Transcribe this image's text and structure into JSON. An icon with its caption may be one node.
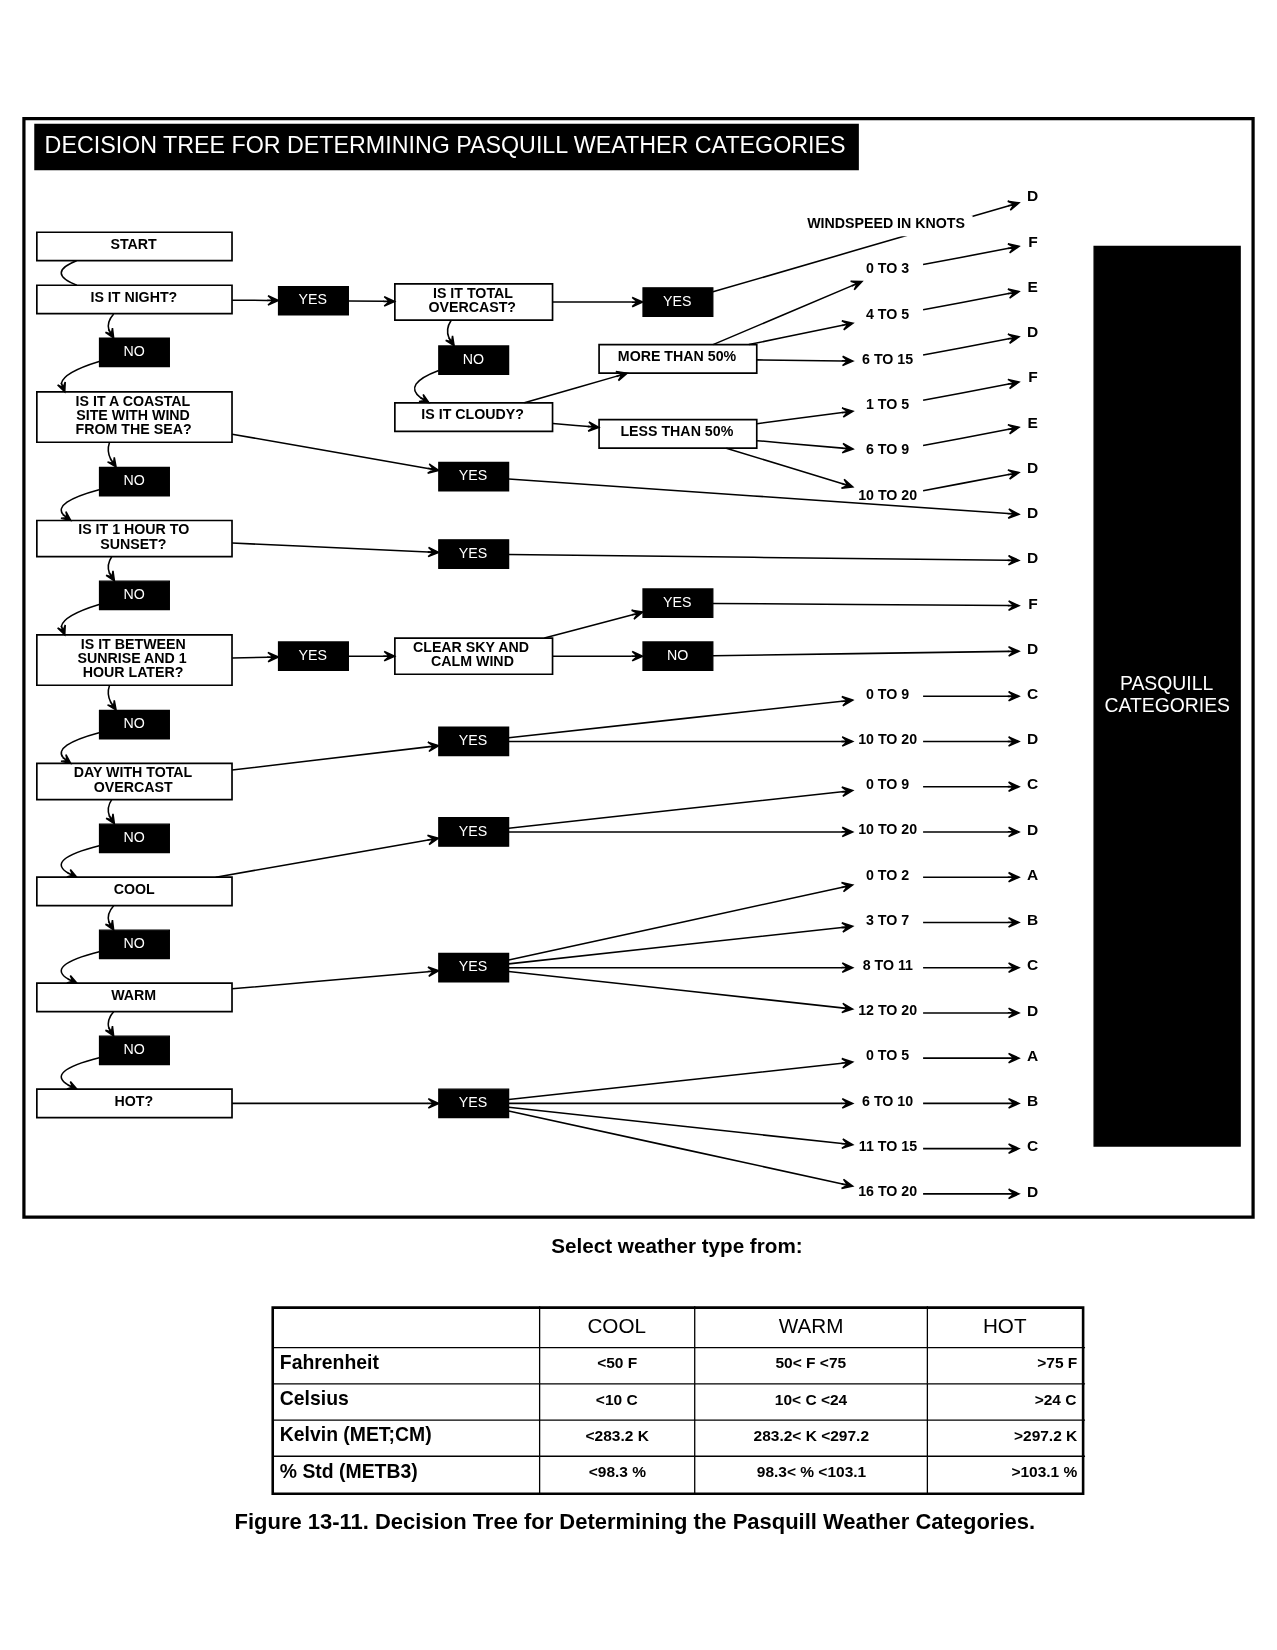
{
  "diagram": {
    "caption": "Figure 13-11. Decision Tree for Determining the Pasquill Weather Categories.",
    "nodes": [
      {
        "text": [
          "DECISION TREE FOR DETERMINING PASQUILL WEATHER CATEGORIES"
        ]
      },
      {
        "text": [
          "START"
        ],
        "in": 0
      },
      {
        "text": [
          "IS IT NIGHT?"
        ],
        "in": 0
      },
      {
        "text": [
          "YES"
        ],
        "in": 0
      },
      {
        "text": [
          "IS IT TOTAL OVERCAST?"
        ],
        "in": 0
      },
      {
        "text": [
          "YES"
        ],
        "in": 0
      },
      {
        "text": [
          "D"
        ],
        "in": 0
      },
      {
        "text": [
          "NO"
        ],
        "in": 0
      },
      {
        "text": [
          "IS IT CLOUDY?"
        ],
        "in": 0
      },
      {
        "text": [
          "MORE THAN 50%"
        ],
        "in": 0
      },
      {
        "text": [
          "0 TO 3"
        ],
        "in": 0
      },
      {
        "text": [
          "F"
        ],
        "in": 0
      },
      {
        "text": [
          "4 TO 5"
        ],
        "in": 0
      },
      {
        "text": [
          "E"
        ],
        "in": 0
      },
      {
        "text": [
          "6 TO 15"
        ],
        "in": 0
      },
      {
        "text": [
          "D"
        ],
        "in": 0
      },
      {
        "text": [
          "LESS THAN 50%"
        ],
        "in": 0
      },
      {
        "text": [
          "1 TO 5"
        ],
        "in": 0
      },
      {
        "text": [
          "F"
        ],
        "in": 0
      },
      {
        "text": [
          "6 TO 9"
        ],
        "in": 0
      },
      {
        "text": [
          "E"
        ],
        "in": 0
      },
      {
        "text": [
          "10 TO 20"
        ],
        "in": 0
      },
      {
        "text": [
          "D"
        ],
        "in": 0
      },
      {
        "text": [
          "NO"
        ],
        "in": 0
      },
      {
        "text": [
          "IS IT A COASTAL SITE WITH WIND FROM THE SEA?"
        ],
        "in": 0
      },
      {
        "text": [
          "YES"
        ],
        "in": 0
      },
      {
        "text": [
          "D"
        ],
        "in": 0
      },
      {
        "text": [
          "NO"
        ],
        "in": 0
      },
      {
        "text": [
          "IS IT 1 HOUR TO SUNSET?"
        ],
        "in": 0
      },
      {
        "text": [
          "YES"
        ],
        "in": 0
      },
      {
        "text": [
          "D"
        ],
        "in": 0
      },
      {
        "text": [
          "NO"
        ],
        "in": 0
      },
      {
        "text": [
          "IS IT BETWEEN SUNRISE AND 1 HOUR LATER?"
        ],
        "in": 0
      },
      {
        "text": [
          "YES"
        ],
        "in": 0
      },
      {
        "text": [
          "CLEAR SKY AND CALM WIND"
        ],
        "in": 0
      },
      {
        "text": [
          "YES"
        ],
        "in": 0
      },
      {
        "text": [
          "F"
        ],
        "in": 0
      },
      {
        "text": [
          "NO"
        ],
        "in": 0
      },
      {
        "text": [
          "D"
        ],
        "in": 0
      },
      {
        "text": [
          "NO"
        ],
        "in": 0
      },
      {
        "text": [
          "DAY WITH TOTAL OVERCAST"
        ],
        "in": 0
      },
      {
        "text": [
          "YES"
        ],
        "in": 0
      },
      {
        "text": [
          "0 TO 9"
        ],
        "in": 0
      },
      {
        "text": [
          "C"
        ],
        "in": 0
      },
      {
        "text": [
          "10 TO 20"
        ],
        "in": 0
      },
      {
        "text": [
          "D"
        ],
        "in": 0
      },
      {
        "text": [
          "NO"
        ],
        "in": 0
      },
      {
        "text": [
          "COOL"
        ],
        "in": 0
      },
      {
        "text": [
          "YES"
        ],
        "in": 0
      },
      {
        "text": [
          "0 TO 9"
        ],
        "in": 0
      },
      {
        "text": [
          "C"
        ],
        "in": 0
      },
      {
        "text": [
          "10 TO 20"
        ],
        "in": 0
      },
      {
        "text": [
          "D"
        ],
        "in": 0
      },
      {
        "text": [
          "NO"
        ],
        "in": 0
      },
      {
        "text": [
          "WARM"
        ],
        "in": 0
      },
      {
        "text": [
          "YES"
        ],
        "in": 0
      },
      {
        "text": [
          "0 TO 2"
        ],
        "in": 0
      },
      {
        "text": [
          "A"
        ],
        "in": 0
      },
      {
        "text": [
          "3 TO 7"
        ],
        "in": 0
      },
      {
        "text": [
          "B"
        ],
        "in": 0
      },
      {
        "text": [
          "8 TO 11"
        ],
        "in": 0
      },
      {
        "text": [
          "C"
        ],
        "in": 0
      },
      {
        "text": [
          "12 TO 20"
        ],
        "in": 0
      },
      {
        "text": [
          "D"
        ],
        "in": 0
      },
      {
        "text": [
          "NO"
        ],
        "in": 0
      },
      {
        "text": [
          "HOT?"
        ],
        "in": 0
      },
      {
        "text": [
          "YES"
        ],
        "in": 0
      },
      {
        "text": [
          "0 TO 5"
        ],
        "in": 0
      },
      {
        "text": [
          "A"
        ],
        "in": 0
      },
      {
        "text": [
          "6 TO 10"
        ],
        "in": 0
      },
      {
        "text": [
          "B"
        ],
        "in": 0
      },
      {
        "text": [
          "11 TO 15"
        ],
        "in": 0
      },
      {
        "text": [
          "C"
        ],
        "in": 0
      },
      {
        "text": [
          "16 TO 20"
        ],
        "in": 0
      },
      {
        "text": [
          "D"
        ],
        "in": 0
      },
      {
        "text": [
          "PASQUILL CATEGORIES"
        ],
        "in": 0
      }
    ],
    "edges": [
      {
        "from": 1,
        "to": 2,
        "arrow": "none"
      },
      {
        "from": 2,
        "to": 3,
        "arrow": "to"
      },
      {
        "from": 3,
        "to": 4,
        "arrow": "to"
      },
      {
        "from": 4,
        "to": 5,
        "arrow": "to"
      },
      {
        "from": 5,
        "to": 6,
        "arrow": "to"
      },
      {
        "from": 4,
        "to": 7,
        "arrow": "to"
      },
      {
        "from": 7,
        "to": 8,
        "arrow": "to"
      },
      {
        "from": 8,
        "to": 9,
        "arrow": "to"
      },
      {
        "from": 8,
        "to": 16,
        "arrow": "to"
      },
      {
        "from": 9,
        "to": 10,
        "arrow": "to"
      },
      {
        "from": 9,
        "to": 12,
        "arrow": "to"
      },
      {
        "from": 9,
        "to": 14,
        "arrow": "to"
      },
      {
        "from": 10,
        "to": 11,
        "arrow": "to"
      },
      {
        "from": 12,
        "to": 13,
        "arrow": "to"
      },
      {
        "from": 14,
        "to": 15,
        "arrow": "to"
      },
      {
        "from": 16,
        "to": 17,
        "arrow": "to"
      },
      {
        "from": 16,
        "to": 19,
        "arrow": "to"
      },
      {
        "from": 16,
        "to": 21,
        "arrow": "to"
      },
      {
        "from": 17,
        "to": 18,
        "arrow": "to"
      },
      {
        "from": 19,
        "to": 20,
        "arrow": "to"
      },
      {
        "from": 21,
        "to": 22,
        "arrow": "to"
      },
      {
        "from": 2,
        "to": 23,
        "arrow": "to"
      },
      {
        "from": 23,
        "to": 24,
        "arrow": "to"
      },
      {
        "from": 24,
        "to": 25,
        "arrow": "to"
      },
      {
        "from": 25,
        "to": 26,
        "arrow": "to"
      },
      {
        "from": 24,
        "to": 27,
        "arrow": "to"
      },
      {
        "from": 27,
        "to": 28,
        "arrow": "to"
      },
      {
        "from": 28,
        "to": 29,
        "arrow": "to"
      },
      {
        "from": 29,
        "to": 30,
        "arrow": "to"
      },
      {
        "from": 28,
        "to": 31,
        "arrow": "to"
      },
      {
        "from": 31,
        "to": 32,
        "arrow": "to"
      },
      {
        "from": 32,
        "to": 33,
        "arrow": "to"
      },
      {
        "from": 33,
        "to": 34,
        "arrow": "to"
      },
      {
        "from": 34,
        "to": 35,
        "arrow": "to"
      },
      {
        "from": 34,
        "to": 37,
        "arrow": "to"
      },
      {
        "from": 35,
        "to": 36,
        "arrow": "to"
      },
      {
        "from": 37,
        "to": 38,
        "arrow": "to"
      },
      {
        "from": 32,
        "to": 39,
        "arrow": "to"
      },
      {
        "from": 39,
        "to": 40,
        "arrow": "to"
      },
      {
        "from": 40,
        "to": 41,
        "arrow": "to"
      },
      {
        "from": 41,
        "to": 42,
        "arrow": "to"
      },
      {
        "from": 41,
        "to": 44,
        "arrow": "to"
      },
      {
        "from": 42,
        "to": 43,
        "arrow": "to"
      },
      {
        "from": 44,
        "to": 45,
        "arrow": "to"
      },
      {
        "from": 40,
        "to": 46,
        "arrow": "to"
      },
      {
        "from": 46,
        "to": 47,
        "arrow": "to"
      },
      {
        "from": 47,
        "to": 48,
        "arrow": "to"
      },
      {
        "from": 48,
        "to": 49,
        "arrow": "to"
      },
      {
        "from": 48,
        "to": 51,
        "arrow": "to"
      },
      {
        "from": 49,
        "to": 50,
        "arrow": "to"
      },
      {
        "from": 51,
        "to": 52,
        "arrow": "to"
      },
      {
        "from": 47,
        "to": 53,
        "arrow": "to"
      },
      {
        "from": 53,
        "to": 54,
        "arrow": "to"
      },
      {
        "from": 54,
        "to": 55,
        "arrow": "to"
      },
      {
        "from": 55,
        "to": 56,
        "arrow": "to"
      },
      {
        "from": 55,
        "to": 58,
        "arrow": "to"
      },
      {
        "from": 55,
        "to": 60,
        "arrow": "to"
      },
      {
        "from": 55,
        "to": 62,
        "arrow": "to"
      },
      {
        "from": 56,
        "to": 57,
        "arrow": "to"
      },
      {
        "from": 58,
        "to": 59,
        "arrow": "to"
      },
      {
        "from": 60,
        "to": 61,
        "arrow": "to"
      },
      {
        "from": 62,
        "to": 63,
        "arrow": "to"
      },
      {
        "from": 54,
        "to": 64,
        "arrow": "to"
      },
      {
        "from": 64,
        "to": 65,
        "arrow": "to"
      },
      {
        "from": 65,
        "to": 66,
        "arrow": "to"
      },
      {
        "from": 66,
        "to": 67,
        "arrow": "to"
      },
      {
        "from": 66,
        "to": 69,
        "arrow": "to"
      },
      {
        "from": 66,
        "to": 71,
        "arrow": "to"
      },
      {
        "from": 66,
        "to": 73,
        "arrow": "to"
      },
      {
        "from": 67,
        "to": 68,
        "arrow": "to"
      },
      {
        "from": 69,
        "to": 70,
        "arrow": "to"
      },
      {
        "from": 71,
        "to": 72,
        "arrow": "to"
      },
      {
        "from": 73,
        "to": 74,
        "arrow": "to"
      }
    ],
    "labels": [
      "WINDSPEED IN KNOTS",
      "Select weather type from:",
      "COOL",
      "WARM",
      "HOT",
      "Fahrenheit",
      "<50 F",
      "50< F <75",
      ">75 F",
      "Celsius",
      "<10 C",
      "10< C <24",
      ">24 C",
      "Kelvin (MET;CM)",
      "<283.2 K",
      "283.2< K <297.2",
      ">297.2 K",
      "% Std (METB3)",
      "<98.3 %",
      "98.3< % <103.1",
      ">103.1 %"
    ]
  }
}
